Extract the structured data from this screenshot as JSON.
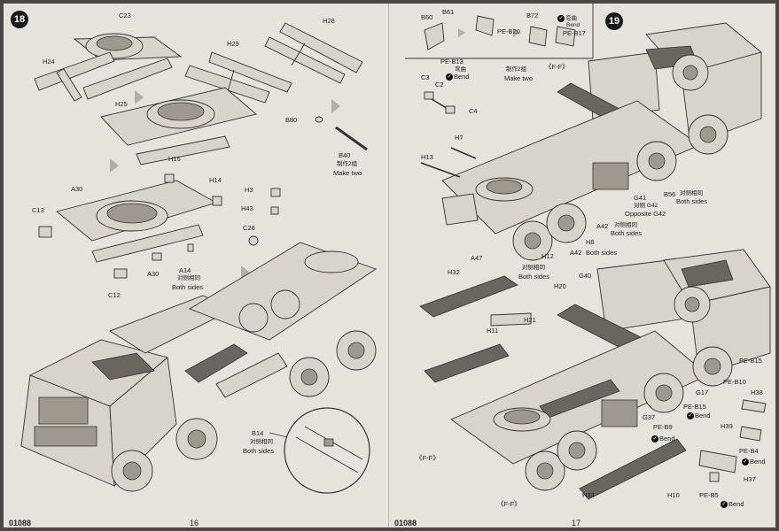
{
  "left_page": {
    "step": "18",
    "catalog": "01088",
    "page_number": "16",
    "labels": {
      "c23": "C23",
      "h28": "H28",
      "h24": "H24",
      "h29": "H29",
      "h25": "H25",
      "b80": "B80",
      "b40": "B40",
      "make_two_cn": "制作2组",
      "make_two": "Make two",
      "h15": "H15",
      "a30_top": "A30",
      "h14": "H14",
      "h3": "H3",
      "h43": "H43",
      "c13": "C13",
      "c26": "C26",
      "a14": "A14",
      "a30_bot": "A30",
      "both_sides_cn": "对侧相同",
      "both_sides": "Both sides",
      "c12": "C12",
      "b14": "B14",
      "b14_cn": "对侧相同",
      "b14_both": "Both sides"
    }
  },
  "right_page": {
    "step": "19",
    "catalog": "01088",
    "page_number": "17",
    "labels": {
      "b60": "B60",
      "b61": "B61",
      "b72": "B72",
      "pe_b20": "PE-B20",
      "bend_cn": "弯曲",
      "bend": "Bend",
      "pe_b17": "PE-B17",
      "pe_b13": "PE-B13",
      "make_two_cn": "制作2组",
      "make_two": "Make two",
      "ff": "《F-F》",
      "c3": "C3",
      "c2": "C2",
      "c4": "C4",
      "h7": "H7",
      "h13": "H13",
      "g41": "G41",
      "g41_opp_cn": "对侧 G42",
      "g41_opp": "Opposite G42",
      "b56": "B56",
      "b56_cn": "对侧相同",
      "b56_both": "Both sides",
      "a42": "A42",
      "a42_cn": "对侧相同",
      "a42_both": "Both sides",
      "h8": "H8",
      "h12": "H12",
      "a42b": "A42",
      "a42b_both": "Both sides",
      "a47": "A47",
      "a47_cn": "对侧相同",
      "a47_both": "Both sides",
      "h32": "H32",
      "h20": "H20",
      "g40": "G40",
      "h21": "H21",
      "h11": "H11",
      "pe_b15": "PE-B15",
      "pe_b10": "PE-B10",
      "g17": "G17",
      "h38": "H38",
      "pe_b15b": "PE-B15",
      "h39": "H39",
      "g37": "G37",
      "pe_b9": "PE-B9",
      "pe_b4": "PE-B4",
      "h37": "H37",
      "ff_left": "《F-F》",
      "ff_bottom": "《F-F》",
      "h33": "H33",
      "h10": "H10",
      "pe_b5": "PE-B5"
    }
  },
  "colors": {
    "paper": "#e6e2dc",
    "ink": "#222222",
    "circle": "#1a1a1a",
    "arrow": "#b3aea6"
  }
}
